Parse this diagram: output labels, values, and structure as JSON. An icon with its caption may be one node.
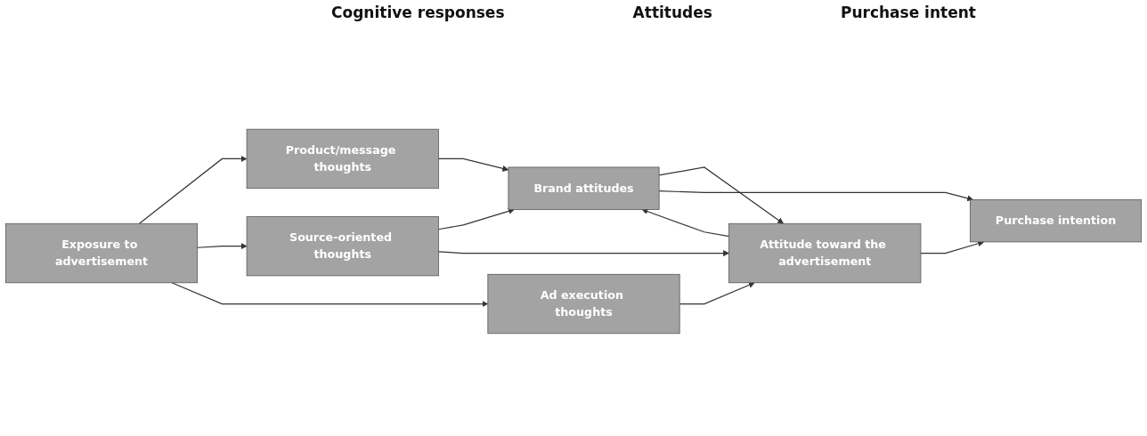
{
  "diagram": {
    "nodes": [
      {
        "text": [
          "Exposure to advertisement"
        ]
      },
      {
        "text": [
          "Product/message thoughts"
        ]
      },
      {
        "text": [
          "Source-oriented thoughts"
        ]
      },
      {
        "text": [
          "Ad execution thoughts"
        ]
      },
      {
        "text": [
          "Brand attitudes"
        ]
      },
      {
        "text": [
          "Attitude toward the advertisement"
        ]
      },
      {
        "text": [
          "Purchase intention"
        ]
      }
    ],
    "edges": [
      {
        "from": 0,
        "to": 1,
        "arrow": "to"
      },
      {
        "from": 0,
        "to": 2,
        "arrow": "to"
      },
      {
        "from": 0,
        "to": 3,
        "arrow": "to"
      },
      {
        "from": 1,
        "to": 4,
        "arrow": "to"
      },
      {
        "from": 2,
        "to": 4,
        "arrow": "to"
      },
      {
        "from": 2,
        "to": 5,
        "arrow": "to"
      },
      {
        "from": 3,
        "to": 5,
        "arrow": "to"
      },
      {
        "from": 5,
        "to": 4,
        "arrow": "to"
      },
      {
        "from": 4,
        "to": 5,
        "arrow": "to"
      },
      {
        "from": 4,
        "to": 6,
        "arrow": "to"
      },
      {
        "from": 5,
        "to": 6,
        "arrow": "to"
      }
    ],
    "labels": [
      "Cognitive responses",
      "Attitudes",
      "Purchase intent"
    ]
  }
}
